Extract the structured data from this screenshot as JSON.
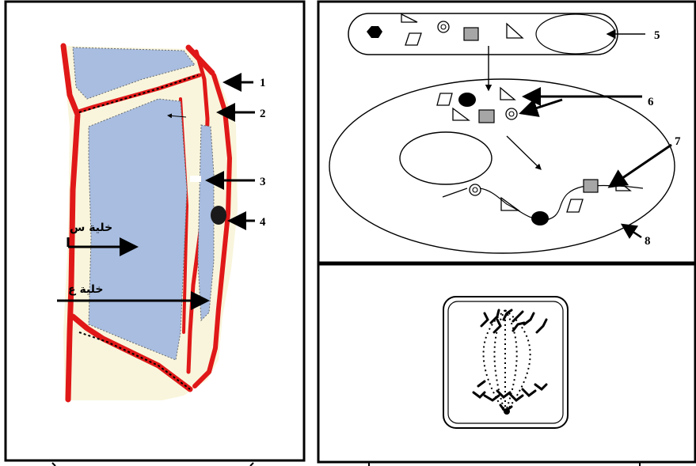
{
  "figure_left": {
    "labels": {
      "l1": "1",
      "l2": "2",
      "l3": "3",
      "l4": "4"
    },
    "cell_x_label": "خلية س",
    "cell_y_label": "خلية ع"
  },
  "figure_top_right": {
    "labels": {
      "l5": "5",
      "l6": "6",
      "l7": "7",
      "l8": "8"
    }
  },
  "figure_bottom_right": {}
}
